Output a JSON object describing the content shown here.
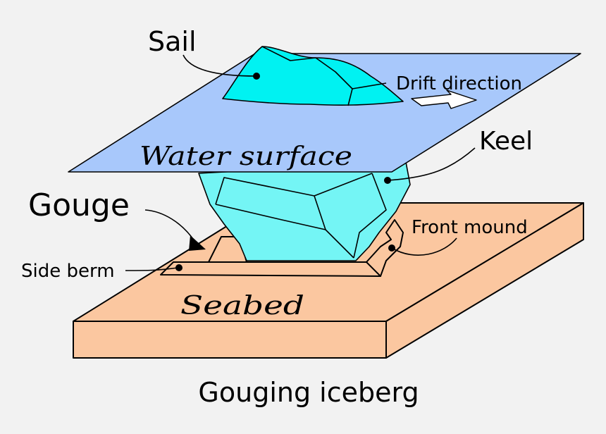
{
  "labels": {
    "sail": "Sail",
    "drift_direction": "Drift direction",
    "water_surface": "Water surface",
    "keel": "Keel",
    "gouge": "Gouge",
    "front_mound": "Front mound",
    "side_berm": "Side berm",
    "seabed": "Seabed",
    "caption": "Gouging iceberg"
  },
  "colors": {
    "background": "#f2f2f2",
    "water": "#a8c8fb",
    "ice_sail": "#00f2f2",
    "ice_keel": "#74f5f5",
    "seabed": "#fbc7a0",
    "outline": "#000000"
  }
}
